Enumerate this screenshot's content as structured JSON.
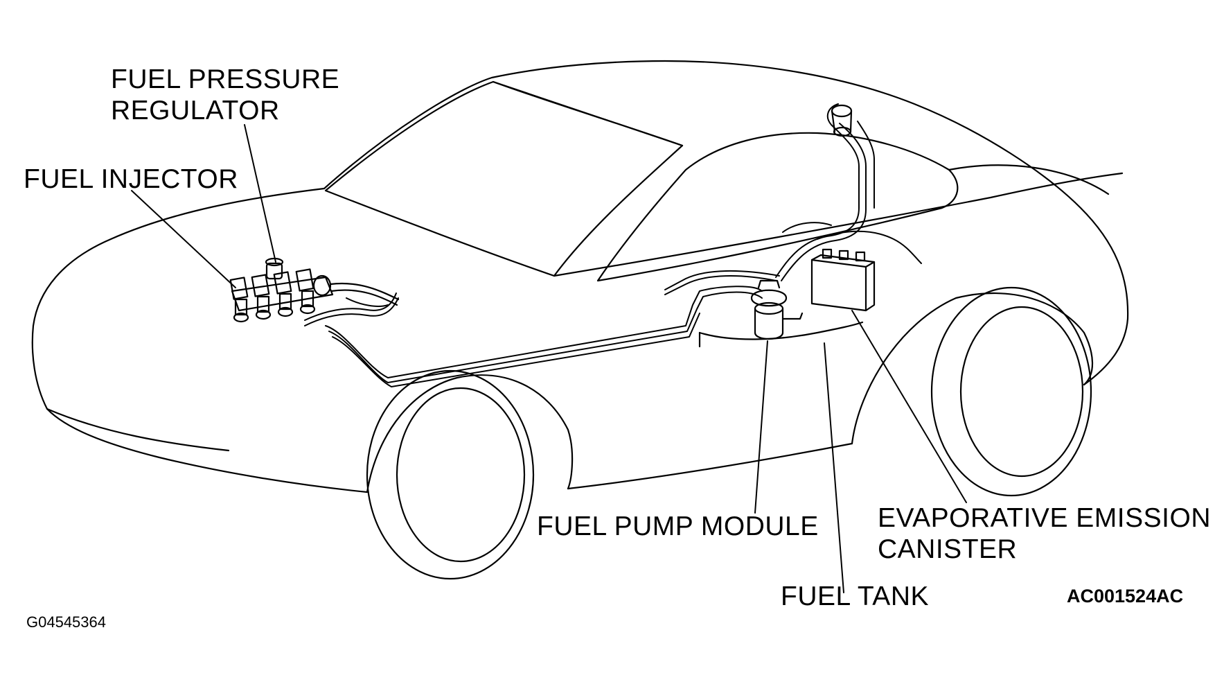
{
  "diagram": {
    "labels": {
      "fuel_pressure_regulator_line1": "FUEL PRESSURE",
      "fuel_pressure_regulator_line2": "REGULATOR",
      "fuel_injector": "FUEL INJECTOR",
      "fuel_pump_module": "FUEL PUMP MODULE",
      "evap_canister_line1": "EVAPORATIVE EMISSION",
      "evap_canister_line2": "CANISTER",
      "fuel_tank": "FUEL TANK"
    },
    "figure_code": "AC001524AC",
    "image_code": "G04545364"
  }
}
